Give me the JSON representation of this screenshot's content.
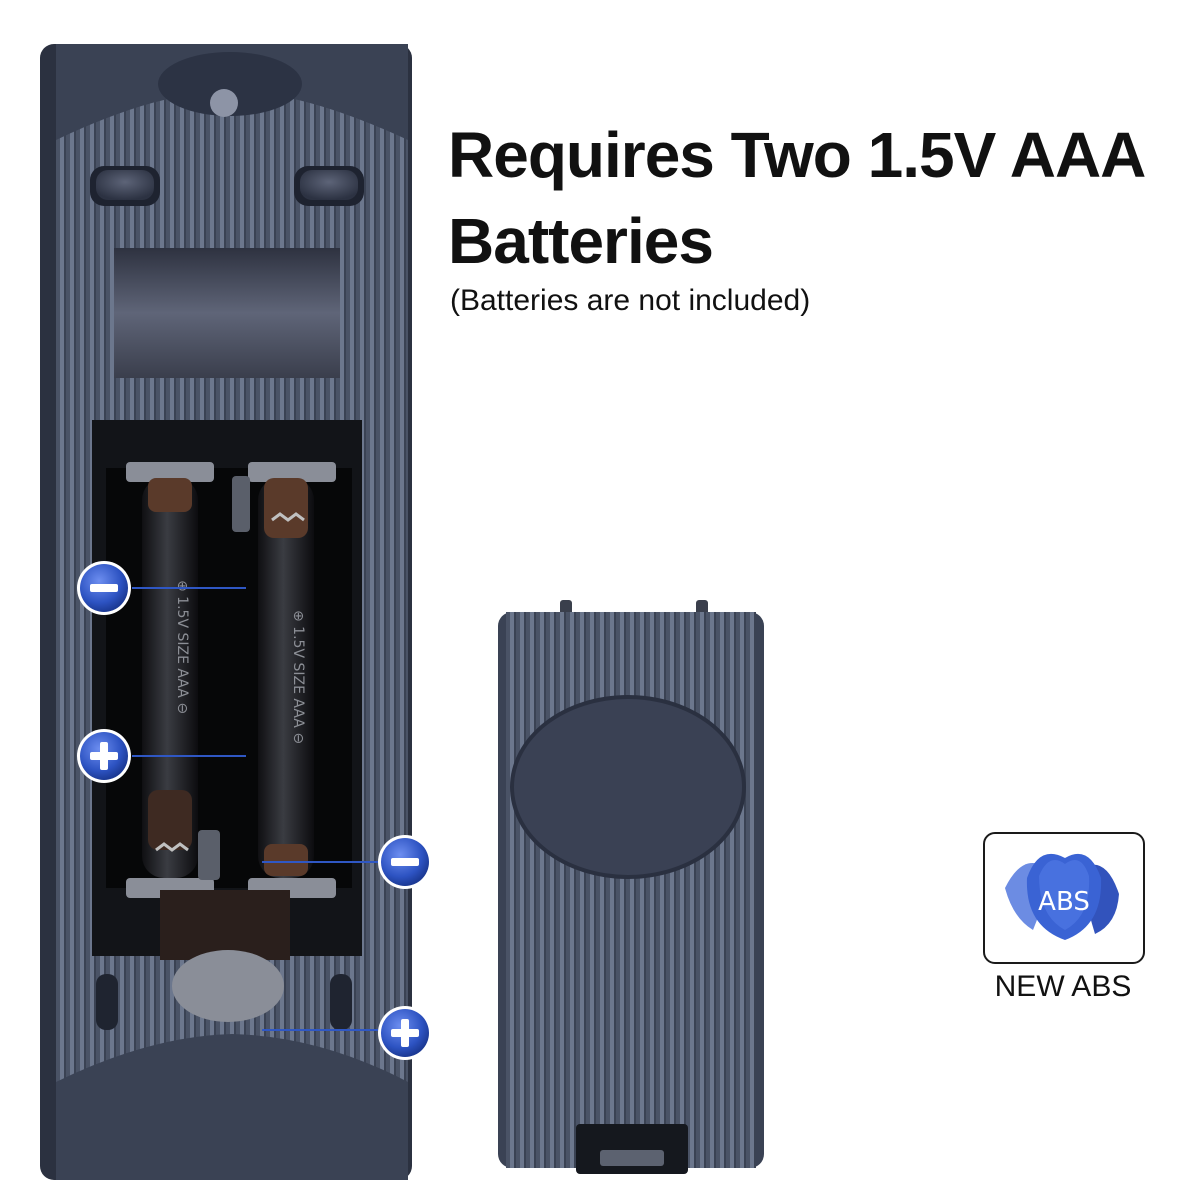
{
  "headline": {
    "line1": "Requires Two 1.5V AAA",
    "line2": "Batteries"
  },
  "subline": "(Batteries are not included)",
  "badge": {
    "icon": "abs-petals-icon",
    "text": "ABS",
    "caption": "NEW ABS"
  },
  "polarity": {
    "minus": "−",
    "plus": "+"
  },
  "battery_print": {
    "left": "⊕ 1.5V SIZE AAA ⊖",
    "right": "⊕ 1.5V SIZE AAA ⊖"
  },
  "colors": {
    "body": "#3c4456",
    "ridge": "#5a6478",
    "accent": "#2f57c4",
    "marker_light": "#4f74dc"
  }
}
